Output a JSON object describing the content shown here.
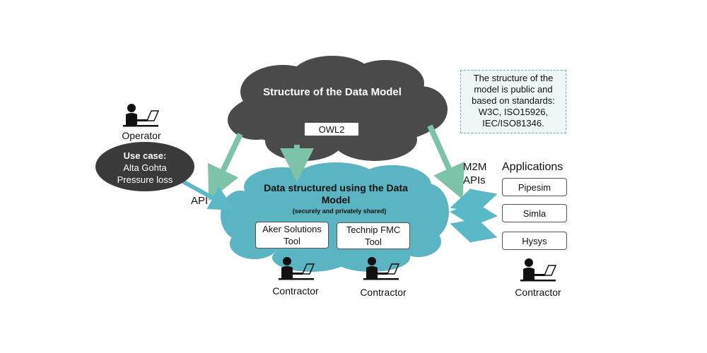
{
  "top_cloud": {
    "title": "Structure of the Data Model",
    "tag": "OWL2"
  },
  "data_cloud": {
    "title": "Data structured using the Data Model",
    "subtitle": "(securely and privately shared)",
    "tools": [
      "Aker Solutions Tool",
      "Technip FMC Tool"
    ]
  },
  "note": "The structure of the model is public and based on standards: W3C, ISO15926, IEC/ISO81346.",
  "operator": {
    "label": "Operator",
    "use_case_title": "Use case:",
    "use_case_line1": "Alta Gohta",
    "use_case_line2": "Pressure loss"
  },
  "labels": {
    "api": "API",
    "m2m_line1": "M2M",
    "m2m_line2": "APIs",
    "applications": "Applications",
    "contractor": "Contractor"
  },
  "applications": [
    "Pipesim",
    "Simla",
    "Hysys"
  ],
  "colors": {
    "dark_cloud": "#4a4a4a",
    "teal_cloud": "#5ab4c1",
    "green_arrow": "#7cc3a8",
    "blue_arrow": "#5bb8c6",
    "note_border": "#58b5b3"
  }
}
